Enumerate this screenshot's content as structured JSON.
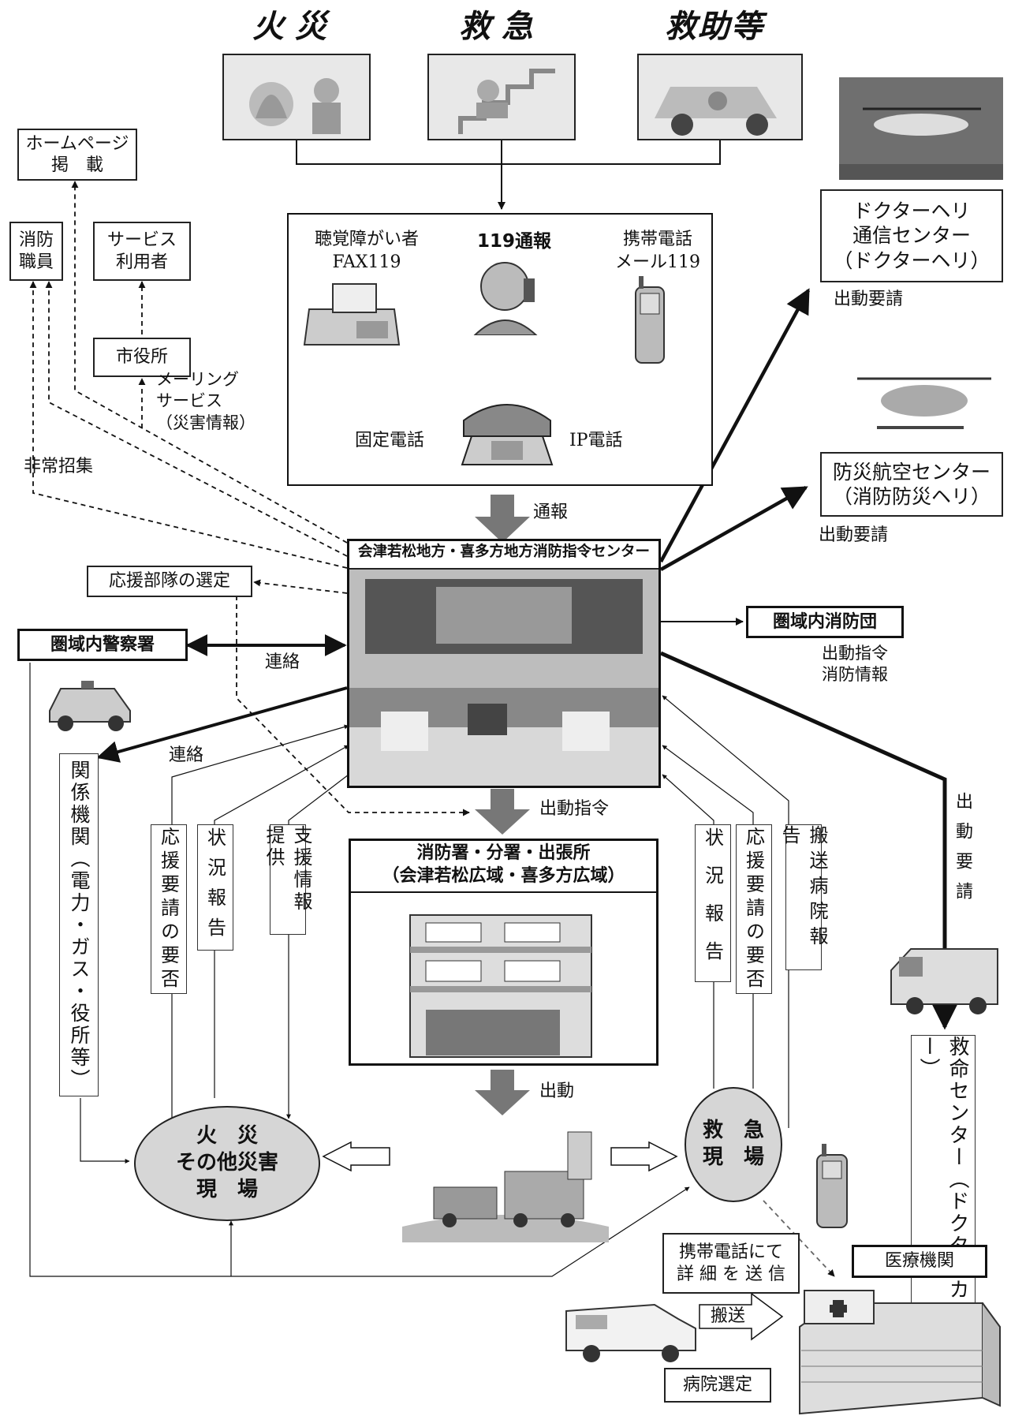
{
  "top_categories": {
    "fire": "火災",
    "emergency": "救急",
    "rescue": "救助等"
  },
  "call_box": {
    "hearing_impaired": "聴覚障がい者\nFAX119",
    "title": "119通報",
    "mobile": "携帯電話\nメール119",
    "landline": "固定電話",
    "ip_phone": "IP電話"
  },
  "left_top": {
    "homepage": "ホームページ\n掲　載",
    "fire_staff": "消防\n職員",
    "service_users": "サービス\n利用者",
    "city_hall": "市役所",
    "mailing": "メーリング\nサービス\n（災害情報）",
    "emergency_call": "非常招集"
  },
  "right_top": {
    "doctor_heli": "ドクターヘリ\n通信センター\n（ドクターヘリ）",
    "dispatch_req1": "出動要請",
    "aviation": "防災航空センター\n（消防防災ヘリ）",
    "dispatch_req2": "出動要請"
  },
  "center": {
    "report_label": "通報",
    "command_title": "会津若松地方・喜多方地方消防指令センター",
    "support_selection": "応援部隊の選定",
    "police": "圏域内警察署",
    "contact1": "連絡",
    "contact2": "連絡",
    "fire_corps": "圏域内消防団",
    "fire_corps_note": "出動指令\n消防情報",
    "dispatch_order": "出動指令"
  },
  "vertical_labels": {
    "related_orgs": "関係機関（電力・ガス・役所等）",
    "support_request": "応援要請の要否",
    "status1": "状況報告",
    "support_info": "支援情報提供",
    "status2": "状況報告",
    "support_request2": "応援要請の要否",
    "hospital_report": "搬送病院報告",
    "dispatch_request": "出動要請",
    "lifesaving": "救命センター（ドクターカー）"
  },
  "station": {
    "title": "消防署・分署・出張所\n（会津若松広域・喜多方広域）",
    "dispatch": "出動"
  },
  "scenes": {
    "fire_scene": "火　災\nその他災害\n現　場",
    "ems_scene": "救　急\n現　場"
  },
  "bottom": {
    "mobile_send": "携帯電話にて\n詳 細 を 送 信",
    "medical": "医療機関",
    "transport": "搬送",
    "hospital_selection": "病院選定"
  }
}
